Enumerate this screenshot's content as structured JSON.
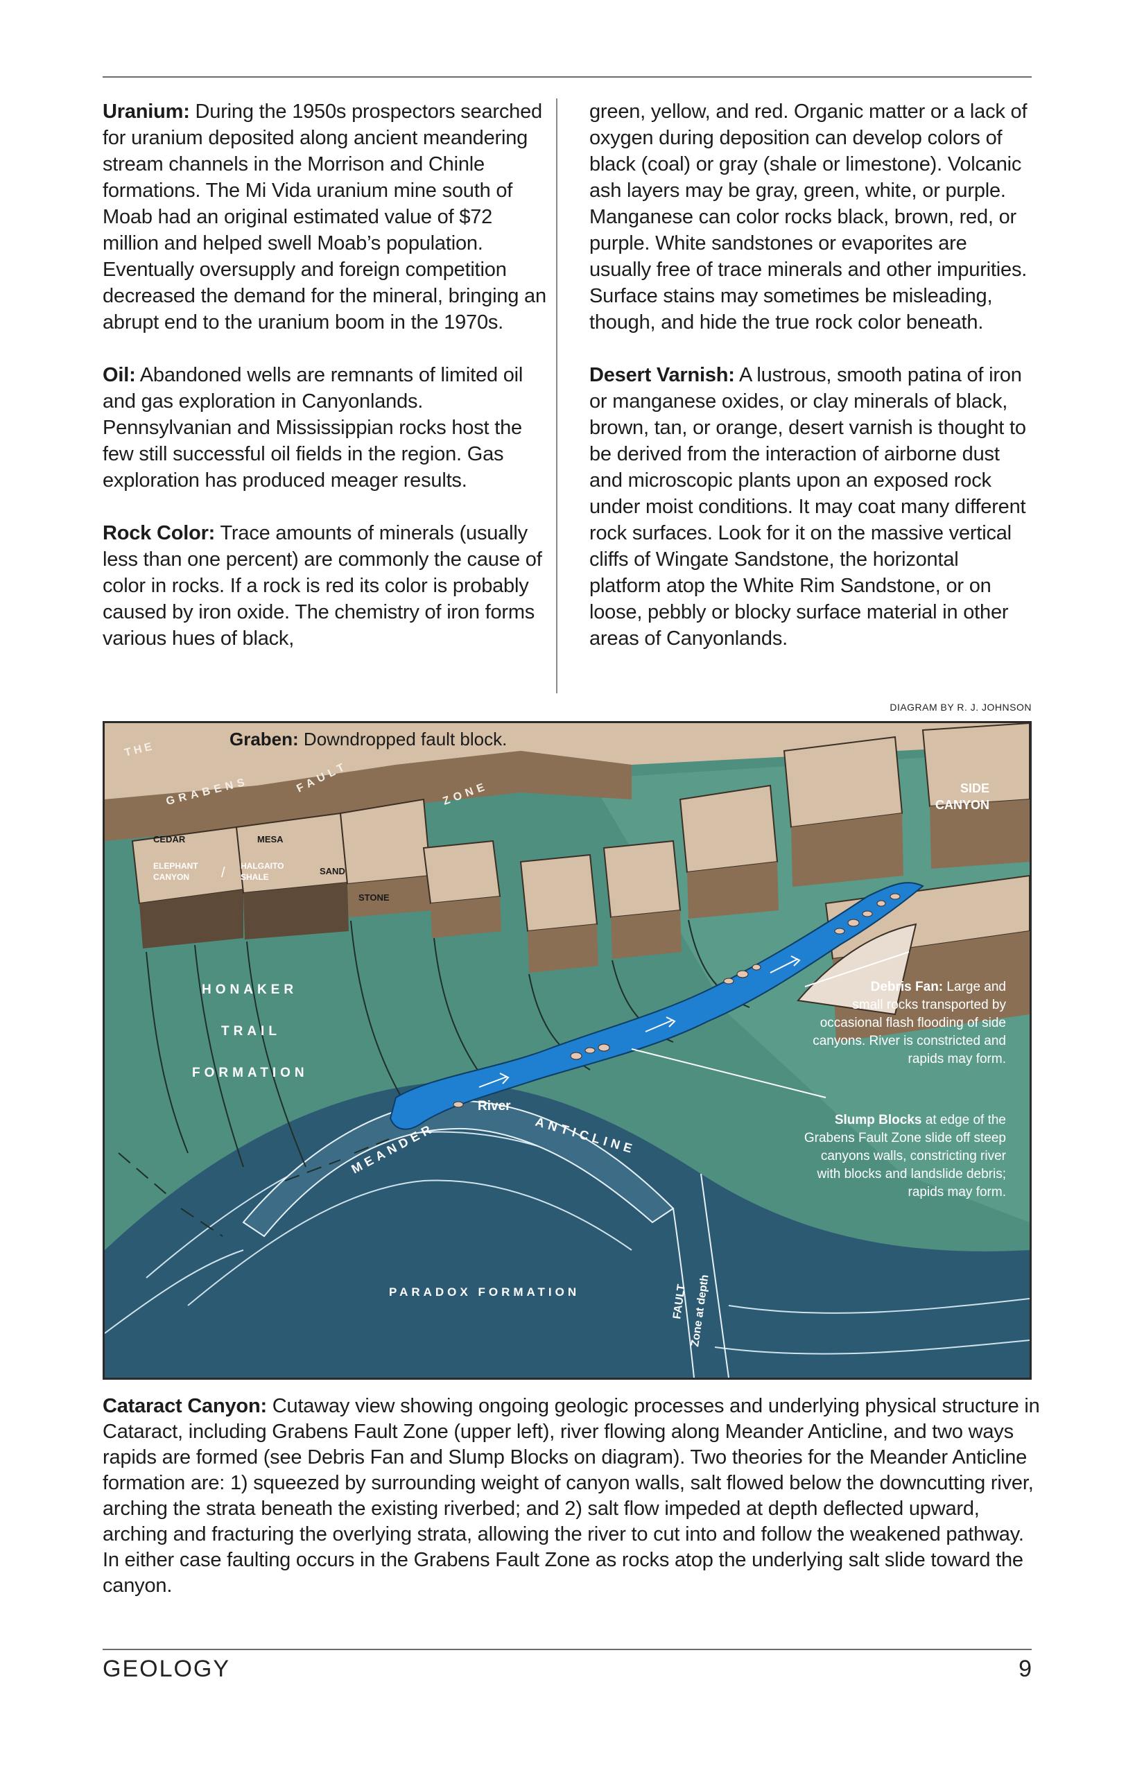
{
  "columns": {
    "left": [
      {
        "heading": "Uranium:",
        "text": " During the 1950s prospectors searched for uranium deposited along ancient meandering stream channels in the Morrison and Chinle formations. The Mi Vida uranium mine south of Moab had an original estimated value of $72 million and helped swell Moab’s population. Eventually oversupply and foreign competition decreased the demand for the mineral, bringing an abrupt end to the uranium boom in the 1970s."
      },
      {
        "heading": "Oil:",
        "text": " Abandoned wells are remnants of limited oil and gas exploration in Canyonlands. Pennsylvanian and Mississippian rocks host the few still successful oil fields in the region. Gas exploration has produced meager results."
      },
      {
        "heading": "Rock Color:",
        "text": " Trace amounts of minerals (usually less than one percent) are commonly the cause of color in rocks. If a rock is red its color is probably caused by iron oxide. The chemistry of iron forms various hues of black,"
      }
    ],
    "right": [
      {
        "heading": "",
        "text": "green, yellow, and red. Organic matter or a lack of oxygen during deposition can develop colors of black (coal) or gray (shale or limestone). Volcanic ash layers may be gray, green, white, or purple. Manganese can color rocks black, brown, red, or purple. White sandstones or evaporites are usually free of trace minerals and other impurities. Surface stains may sometimes be misleading, though, and hide the true rock color beneath."
      },
      {
        "heading": "Desert Varnish:",
        "text": " A lustrous, smooth patina of iron or manganese oxides, or clay minerals of black, brown, tan, or orange, desert varnish is thought to be derived from the interaction of airborne dust and microscopic plants upon an exposed rock under moist conditions. It may coat many different rock surfaces. Look for it on the massive vertical cliffs of Wingate Sandstone, the horizontal platform atop the White Rim Sandstone, or on loose, pebbly or blocky surface material in other areas of Canyonlands."
      }
    ]
  },
  "diagram": {
    "credit": "DIAGRAM BY R. J. JOHNSON",
    "graben_heading": "Graben:",
    "graben_text": " Downdropped fault block.",
    "fault_zone_words": [
      "THE",
      "GRABENS",
      "FAULT",
      "ZONE"
    ],
    "side_canyon": [
      "SIDE",
      "CANYON"
    ],
    "strata": {
      "cedar": "CEDAR",
      "mesa": "MESA",
      "elephant_canyon": [
        "ELEPHANT",
        "CANYON"
      ],
      "slash": "/",
      "halgaito_shale": [
        "HALGAITO",
        "SHALE"
      ],
      "sand": "SAND",
      "stone": "STONE"
    },
    "honaker": [
      "HONAKER",
      "TRAIL",
      "FORMATION"
    ],
    "river": "River",
    "meander": "MEANDER",
    "anticline": "ANTICLINE",
    "paradox": "PARADOX FORMATION",
    "fault_depth": [
      "FAULT",
      "Zone at depth"
    ],
    "debris_fan_heading": "Debris Fan:",
    "debris_fan_lines": [
      " Large and",
      "small rocks transported by",
      "occasional flash flooding of side",
      "canyons. River is constricted and",
      "rapids may form."
    ],
    "slump_heading": "Slump Blocks",
    "slump_lines": [
      " at edge of the",
      "Grabens Fault Zone slide off steep",
      "canyons walls, constricting river",
      "with blocks and landslide debris;",
      "rapids may form."
    ],
    "colors": {
      "tan": "#d6bfa7",
      "brown": "#8a6f55",
      "dark_brown": "#5e4a39",
      "green": "#4f8f7f",
      "dark_green": "#3a6b5d",
      "deep_blue": "#2d5a73",
      "river": "#1f7fd0"
    }
  },
  "caption": {
    "heading": "Cataract Canyon:",
    "text": " Cutaway view showing ongoing geologic processes and underlying physical structure in Cataract, including Grabens Fault Zone (upper left), river flowing along Meander Anticline, and two ways rapids are formed (see Debris Fan and Slump Blocks on diagram). Two theories for the Meander Anticline formation are: 1) squeezed by surrounding weight of canyon walls, salt flowed below the downcutting river, arching the strata beneath the existing riverbed; and 2) salt flow impeded at depth deflected upward, arching and fracturing the overlying strata, allowing the river to cut into and follow the weakened pathway. In either case faulting occurs in the Grabens Fault Zone as rocks atop the underlying salt slide toward the canyon."
  },
  "footer": {
    "title": "GEOLOGY",
    "page": "9"
  }
}
